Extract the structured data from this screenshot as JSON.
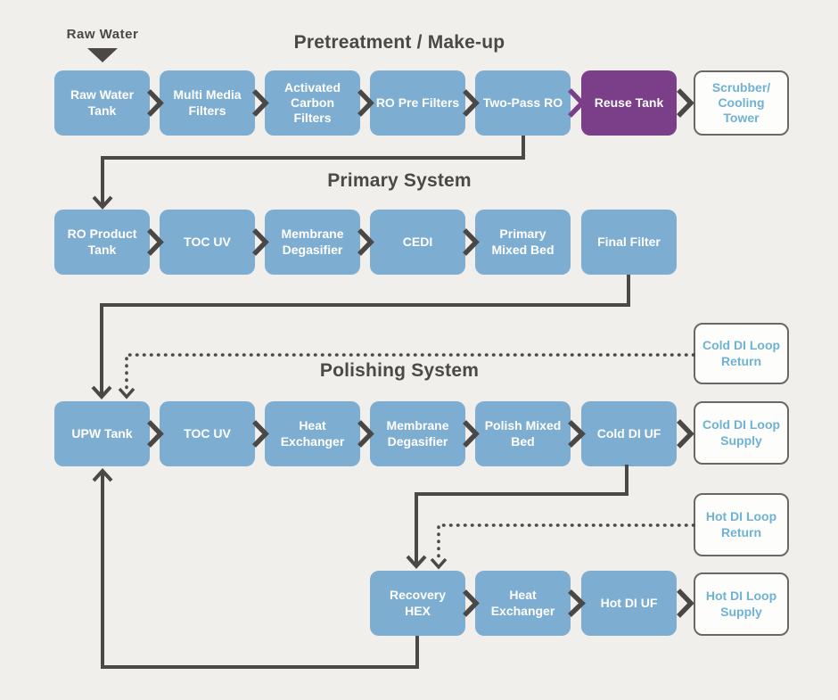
{
  "titles": {
    "pretreatment": "Pretreatment / Make-up",
    "primary": "Primary System",
    "polishing": "Polishing System"
  },
  "input_label": "Raw Water",
  "nodes": {
    "raw_water_tank": "Raw Water\nTank",
    "multi_media_filters": "Multi Media\nFilters",
    "activated_carbon_filters": "Activated\nCarbon\nFilters",
    "ro_pre_filters": "RO Pre Filters",
    "two_pass_ro": "Two-Pass RO",
    "reuse_tank": "Reuse Tank",
    "scrubber_cooling_tower": "Scrubber/\nCooling\nTower",
    "ro_product_tank": "RO Product\nTank",
    "toc_uv": "TOC UV",
    "membrane_degasifier": "Membrane\nDegasifier",
    "cedi": "CEDI",
    "primary_mixed_bed": "Primary\nMixed Bed",
    "final_filter": "Final Filter",
    "upw_tank": "UPW Tank",
    "heat_exchanger": "Heat\nExchanger",
    "polish_mixed_bed": "Polish Mixed\nBed",
    "cold_di_uf": "Cold DI UF",
    "cold_di_loop_return": "Cold DI Loop\nReturn",
    "cold_di_loop_supply": "Cold DI Loop\nSupply",
    "recovery_hex": "Recovery\nHEX",
    "hot_di_uf": "Hot DI UF",
    "hot_di_loop_return": "Hot DI Loop\nReturn",
    "hot_di_loop_supply": "Hot DI Loop\nSupply"
  },
  "colors": {
    "background": "#F1EFEC",
    "process_box_blue": "#7EADD2",
    "reuse_box_purple": "#7B3E88",
    "connector_gray": "#4C4845",
    "loop_label_blue": "#6FB2D4",
    "title_text": "#4C4845"
  }
}
